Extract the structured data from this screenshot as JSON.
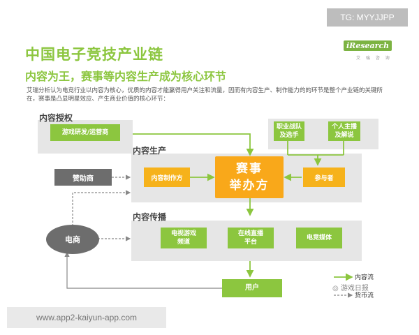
{
  "badge": "TG: MYYJJPP",
  "title": "中国电子竞技产业链",
  "subtitle": "内容为王，赛事等内容生产成为核心环节",
  "description": "艾瑞分析认为电竞行业以内容为核心，优质的内容才能赢得用户关注和流量，因而有内容生产、制作能力的的环节是整个产业链的关键所在，赛事是凸显明星效应、产生商业价值的核心环节：",
  "logo": {
    "brand": "iResearch",
    "cn": "艾 瑞 咨 询"
  },
  "sections": {
    "licensing": "内容授权",
    "production": "内容生产",
    "distribution": "内容传播"
  },
  "nodes": {
    "developer": "游戏研发/运营商",
    "pro_teams": [
      "职业战队",
      "及选手"
    ],
    "streamers": [
      "个人主播",
      "及解说"
    ],
    "sponsor": "赞助商",
    "producer": "内容制作方",
    "organizer": [
      "赛事",
      "举办方"
    ],
    "participants": "参与者",
    "tv_channel": [
      "电视游戏",
      "频道"
    ],
    "live_platform": [
      "在线直播",
      "平台"
    ],
    "esports_media": "电竞媒体",
    "ecommerce": "电商",
    "users": "用户"
  },
  "legend": {
    "content_flow": "内容流",
    "money_flow": "货币流"
  },
  "corner_mark": "游戏日报",
  "watermark": "www.app2-kaiyun-app.com",
  "colors": {
    "green": "#8cc63f",
    "orange": "#f6b21b",
    "gray": "#6d6d6d",
    "panel": "#e6e6e6"
  }
}
